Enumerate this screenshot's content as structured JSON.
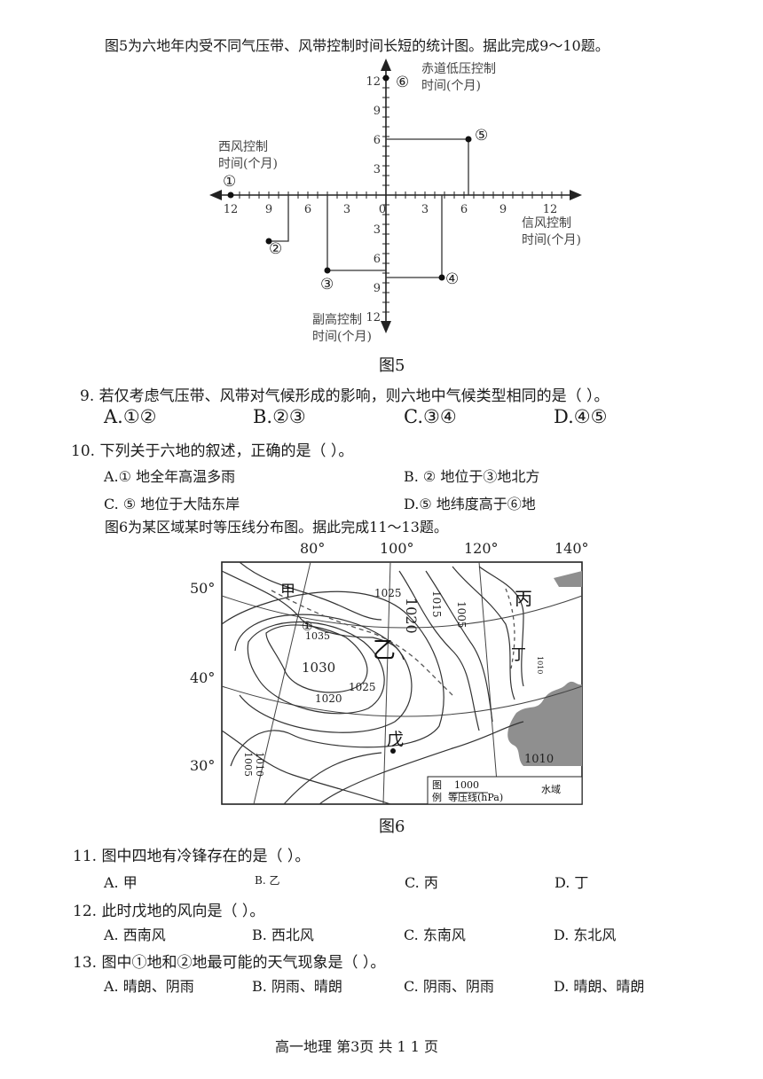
{
  "intro5": "图5为六地年内受不同气压带、风带控制时间长短的统计图。据此完成9～10题。",
  "fig5": {
    "caption": "图5",
    "label_eq_1": "赤道低压控制",
    "label_eq_2": "时间(个月)",
    "label_w_1": "西风控制",
    "label_w_2": "时间(个月)",
    "label_t_1": "信风控制",
    "label_t_2": "时间(个月)",
    "label_s_1": "副高控制",
    "label_s_2": "时间(个月)",
    "ticks_left": [
      "12",
      "9",
      "6",
      "3"
    ],
    "origin": "0",
    "ticks_right": [
      "3",
      "6",
      "9",
      "12"
    ],
    "ticks_up": [
      "12",
      "9",
      "6",
      "3"
    ],
    "ticks_down": [
      "3",
      "6",
      "9",
      "12"
    ],
    "points": [
      "①",
      "②",
      "③",
      "④",
      "⑤",
      "⑥"
    ]
  },
  "q9": {
    "stem": "9.  若仅考虑气压带、风带对气候形成的影响，则六地中气候类型相同的是（ ）。",
    "a": "A.①②",
    "b": "B.②③",
    "c": "C.③④",
    "d": "D.④⑤"
  },
  "q10": {
    "stem": "10.  下列关于六地的叙述，正确的是（ ）。",
    "a": "A.① 地全年高温多雨",
    "b": "B. ② 地位于③地北方",
    "c": "C. ⑤ 地位于大陆东岸",
    "d": "D.⑤ 地纬度高于⑥地"
  },
  "intro6": "图6为某区域某时等压线分布图。据此完成11～13题。",
  "fig6": {
    "caption": "图6",
    "lon": [
      "80°",
      "100°",
      "120°",
      "140°"
    ],
    "lat": [
      "50°",
      "40°",
      "30°"
    ],
    "places": [
      "甲",
      "乙",
      "丙",
      "丁",
      "戊",
      "①"
    ],
    "isobars": [
      "1035",
      "1030",
      "1025",
      "1020",
      "1025",
      "1020",
      "1015",
      "1010",
      "1005",
      "1010",
      "1010",
      "1005"
    ],
    "legend_tag1": "图",
    "legend_tag2": "例",
    "legend_value": "1000",
    "legend_isobar": "等压线(hPa)",
    "legend_water": "水域"
  },
  "q11": {
    "stem": "11.  图中四地有冷锋存在的是（ ）。",
    "a": "A.  甲",
    "b": "B.  乙",
    "c": "C.  丙",
    "d": "D.  丁"
  },
  "q12": {
    "stem": "12.  此时戊地的风向是（ ）。",
    "a": "A.   西南风",
    "b": "B.   西北风",
    "c": "C.  东南风",
    "d": "D.   东北风"
  },
  "q13": {
    "stem": "13.  图中①地和②地最可能的天气现象是（ ）。",
    "a": "A.  晴朗、阴雨",
    "b": "B.   阴雨、晴朗",
    "c": "C.   阴雨、阴雨",
    "d": "D.  晴朗、晴朗"
  },
  "footer": "高一地理  第3页 共 1 1 页"
}
